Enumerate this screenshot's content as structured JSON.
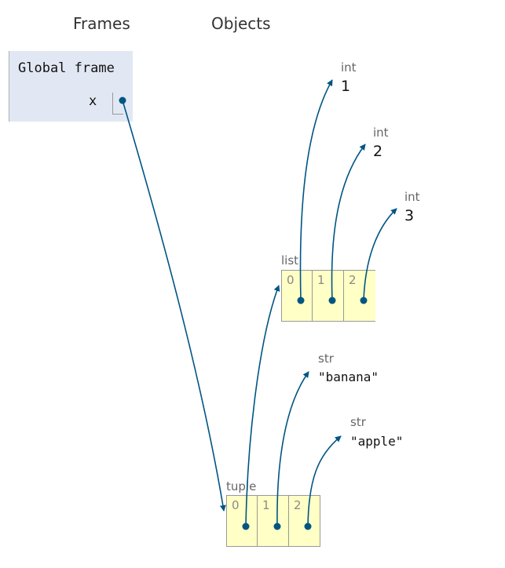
{
  "headers": {
    "frames": "Frames",
    "objects": "Objects"
  },
  "frame": {
    "title": "Global frame",
    "var_name": "x"
  },
  "ints": [
    {
      "type": "int",
      "value": "1"
    },
    {
      "type": "int",
      "value": "2"
    },
    {
      "type": "int",
      "value": "3"
    }
  ],
  "list": {
    "type": "list",
    "indices": [
      "0",
      "1",
      "2"
    ]
  },
  "strs": [
    {
      "type": "str",
      "value": "\"banana\""
    },
    {
      "type": "str",
      "value": "\"apple\""
    }
  ],
  "tuple": {
    "type": "tuple",
    "indices": [
      "0",
      "1",
      "2"
    ]
  },
  "colors": {
    "frame_bg": "#e2e8f3",
    "heap_bg": "#ffffc6",
    "pointer": "#005583"
  }
}
